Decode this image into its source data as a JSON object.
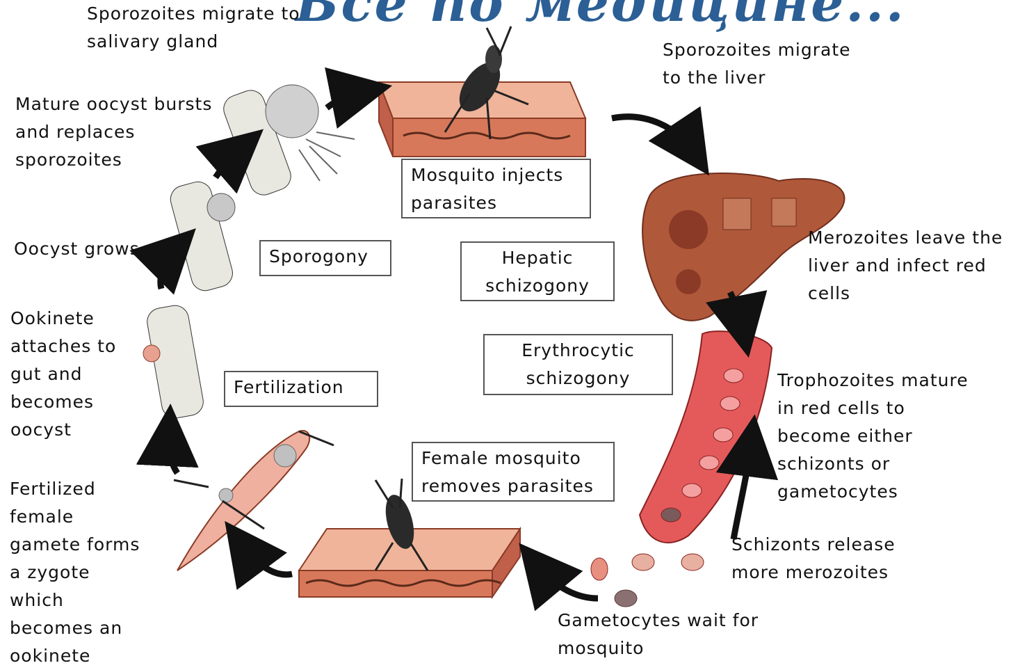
{
  "watermark": "Все по медицине...",
  "labels": {
    "sporozoites_salivary": "Sporozoites migrate to\nsalivary gland",
    "sporozoites_liver": "Sporozoites migrate\nto the liver",
    "oocyst_bursts": "Mature oocyst bursts\nand replaces\nsporozoites",
    "merozoites_leave": "Merozoites leave the\nliver and infect red\ncells",
    "oocyst_grows": "Oocyst grows",
    "ookinete_attaches": "Ookinete\nattaches to\ngut and\nbecomes\noocyst",
    "trophozoites_mature": "Trophozoites mature\nin red cells to\nbecome either\nschizonts or\ngametocytes",
    "fertilized_female": "Fertilized\nfemale\ngamete forms\na zygote\nwhich\nbecomes an\nookinete",
    "schizonts_release": "Schizonts release\nmore merozoites",
    "gametocytes_wait": "Gametocytes wait for\nmosquito"
  },
  "boxes": {
    "mosquito_injects": "Mosquito injects\nparasites",
    "sporogony": "Sporogony",
    "hepatic": "Hepatic\nschizogony",
    "erythrocytic": "Erythrocytic\nschizogony",
    "fertilization": "Fertilization",
    "female_removes": "Female mosquito\nremoves parasites"
  },
  "colors": {
    "skin": "#e8a080",
    "skin_dark": "#b44a30",
    "liver": "#b0583a",
    "vessel": "#e45a5a",
    "arrow": "#111111",
    "watermark": "#2b5f95"
  }
}
